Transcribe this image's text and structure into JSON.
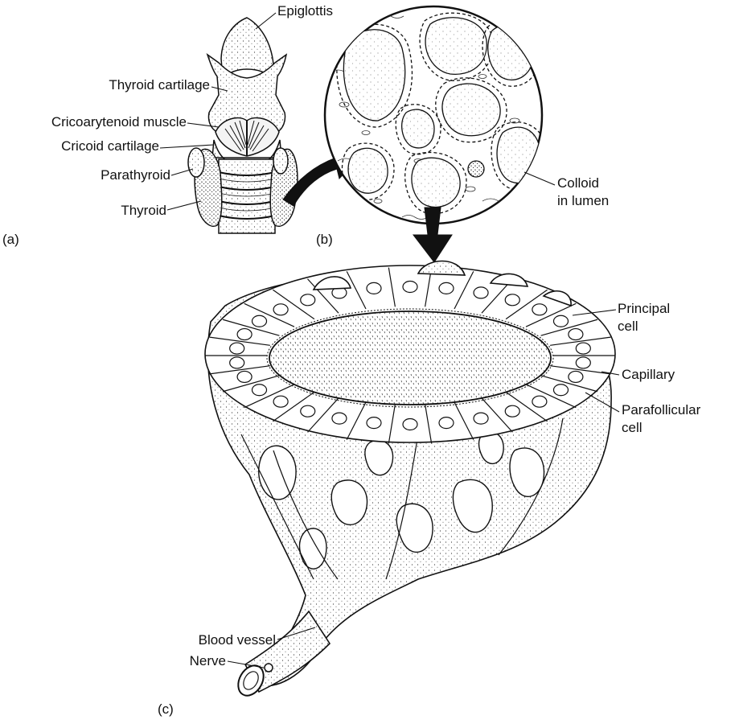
{
  "panels": {
    "a": "(a)",
    "b": "(b)",
    "c": "(c)"
  },
  "labels_a": {
    "epiglottis": "Epiglottis",
    "thyroid_cartilage": "Thyroid cartilage",
    "cricoarytenoid_muscle": "Cricoarytenoid muscle",
    "cricoid_cartilage": "Cricoid cartilage",
    "parathyroid": "Parathyroid",
    "thyroid": "Thyroid"
  },
  "labels_b": {
    "colloid_line1": "Colloid",
    "colloid_line2": "in lumen"
  },
  "labels_c": {
    "principal_line1": "Principal",
    "principal_line2": "cell",
    "capillary": "Capillary",
    "parafollicular_line1": "Parafollicular",
    "parafollicular_line2": "cell",
    "blood_vessel": "Blood vessel",
    "nerve": "Nerve"
  }
}
